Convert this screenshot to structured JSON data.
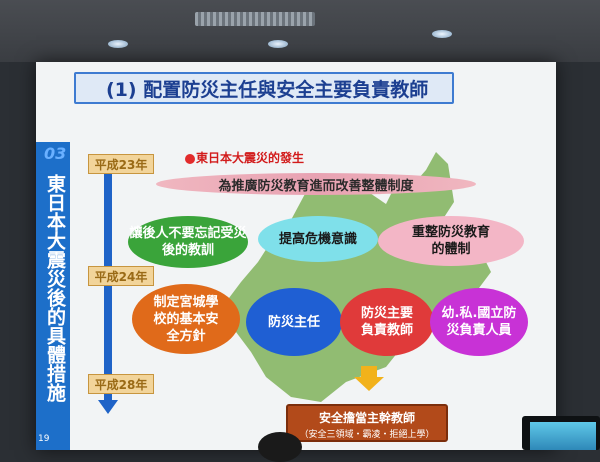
{
  "slide": {
    "title": "(1)  配置防災主任與安全主要負責教師",
    "sidebar_number": "03",
    "sidebar_text": "東日本大震災後的具體措施",
    "page_number": "19"
  },
  "timeline": {
    "years": [
      "平成23年",
      "平成24年",
      "平成28年"
    ]
  },
  "event": {
    "label": "東日本大震災的發生"
  },
  "banner": {
    "text": "為推廣防災教育進而改善整體制度"
  },
  "bubbles": {
    "lesson": "讓後人不要忘記受災後的教訓",
    "awareness": "提高危機意識",
    "reorganize": "重整防災教育的體制",
    "basic_plan": "制定宮城學校的基本安全方針",
    "director": "防災主任",
    "main_teacher": "防災主要負責教師",
    "staff": "幼.私.國立防災負責人員"
  },
  "result": {
    "main": "安全擔當主幹教師",
    "sub": "（安全三領域・霸凌・拒絕上學）"
  },
  "colors": {
    "title_blue": "#1c3f91",
    "sidebar_blue": "#1d6fc9",
    "green_bubble": "#3aa43a",
    "cyan_bubble": "#7fe0ea",
    "pink_bubble": "#f3b6c6",
    "orange_bubble": "#e06a1a",
    "blue_bubble": "#1f5fd3",
    "red_bubble": "#e03a3a",
    "purple_bubble": "#c832d6",
    "map_green": "#8bb86a"
  }
}
